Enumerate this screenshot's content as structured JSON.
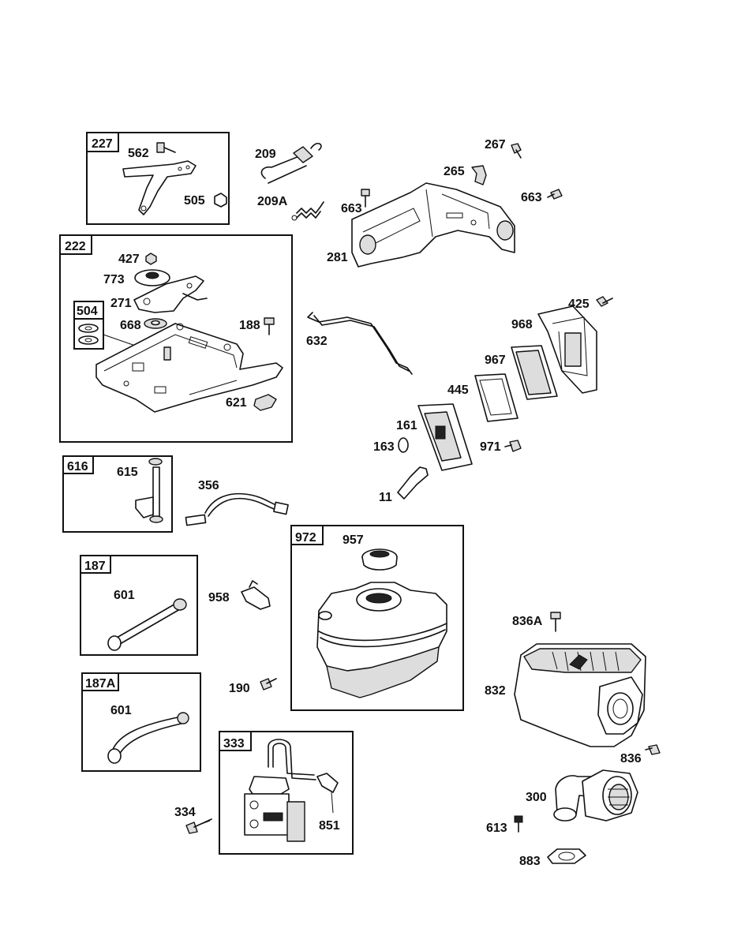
{
  "groups": [
    {
      "id": "227",
      "parts": [
        "562",
        "505"
      ]
    },
    {
      "id": "222",
      "parts": [
        "427",
        "773",
        "271",
        "668",
        "188",
        "621"
      ]
    },
    {
      "id": "504",
      "parts": []
    },
    {
      "id": "616",
      "parts": [
        "615"
      ]
    },
    {
      "id": "187",
      "parts": [
        "601"
      ]
    },
    {
      "id": "187A",
      "parts": [
        "601"
      ]
    },
    {
      "id": "972",
      "parts": [
        "957"
      ]
    },
    {
      "id": "333",
      "parts": [
        "851"
      ]
    }
  ],
  "labels": {
    "p562": "562",
    "p505": "505",
    "p209": "209",
    "p209A": "209A",
    "p267": "267",
    "p265": "265",
    "p663a": "663",
    "p663b": "663",
    "p281": "281",
    "p427": "427",
    "p773": "773",
    "p271": "271",
    "p668": "668",
    "p188": "188",
    "p621": "621",
    "p632": "632",
    "p425": "425",
    "p968": "968",
    "p967": "967",
    "p445": "445",
    "p161": "161",
    "p163": "163",
    "p971": "971",
    "p11": "11",
    "p615": "615",
    "p356": "356",
    "p957": "957",
    "p601a": "601",
    "p601b": "601",
    "p958": "958",
    "p190": "190",
    "p836A": "836A",
    "p832": "832",
    "p836": "836",
    "p300": "300",
    "p613": "613",
    "p883": "883",
    "p334": "334",
    "p851": "851"
  }
}
